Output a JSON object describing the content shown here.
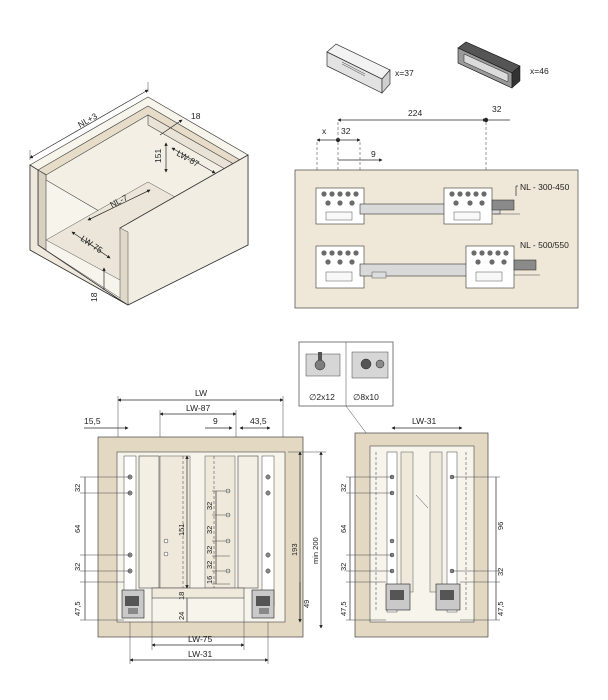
{
  "drawer_view": {
    "nl_plus": "NL+3",
    "t18_top": "18",
    "h151": "151",
    "lw87": "LW-87",
    "nl7": "NL-7",
    "lw75": "LW-75",
    "t18_bottom": "18"
  },
  "parts": {
    "front_qty": "x=37",
    "rear_qty": "x=46"
  },
  "runner_view": {
    "d224": "224",
    "d32a": "32",
    "x": "x",
    "d32b": "32",
    "d9": "9",
    "nl_short": "NL - 300-450",
    "nl_long": "NL - 500/550"
  },
  "screws": {
    "screw_a": "∅2x12",
    "screw_b": "∅8x10"
  },
  "front_view": {
    "lw": "LW",
    "lw87": "LW-87",
    "d15_5": "15,5",
    "d9": "9",
    "d43_5": "43,5",
    "left_dims": [
      "32",
      "64",
      "32",
      "47,5"
    ],
    "mid_dims": [
      "32",
      "32",
      "32",
      "32",
      "16"
    ],
    "d151": "151",
    "d18": "18",
    "d24": "24",
    "d193": "193",
    "min200": "min 200",
    "d49": "49",
    "lw75": "LW-75",
    "lw31": "LW-31"
  },
  "side_view": {
    "lw31": "LW-31",
    "left_dims": [
      "32",
      "64",
      "32",
      "47,5"
    ],
    "right_dims": [
      "96",
      "32",
      "47,5"
    ]
  }
}
